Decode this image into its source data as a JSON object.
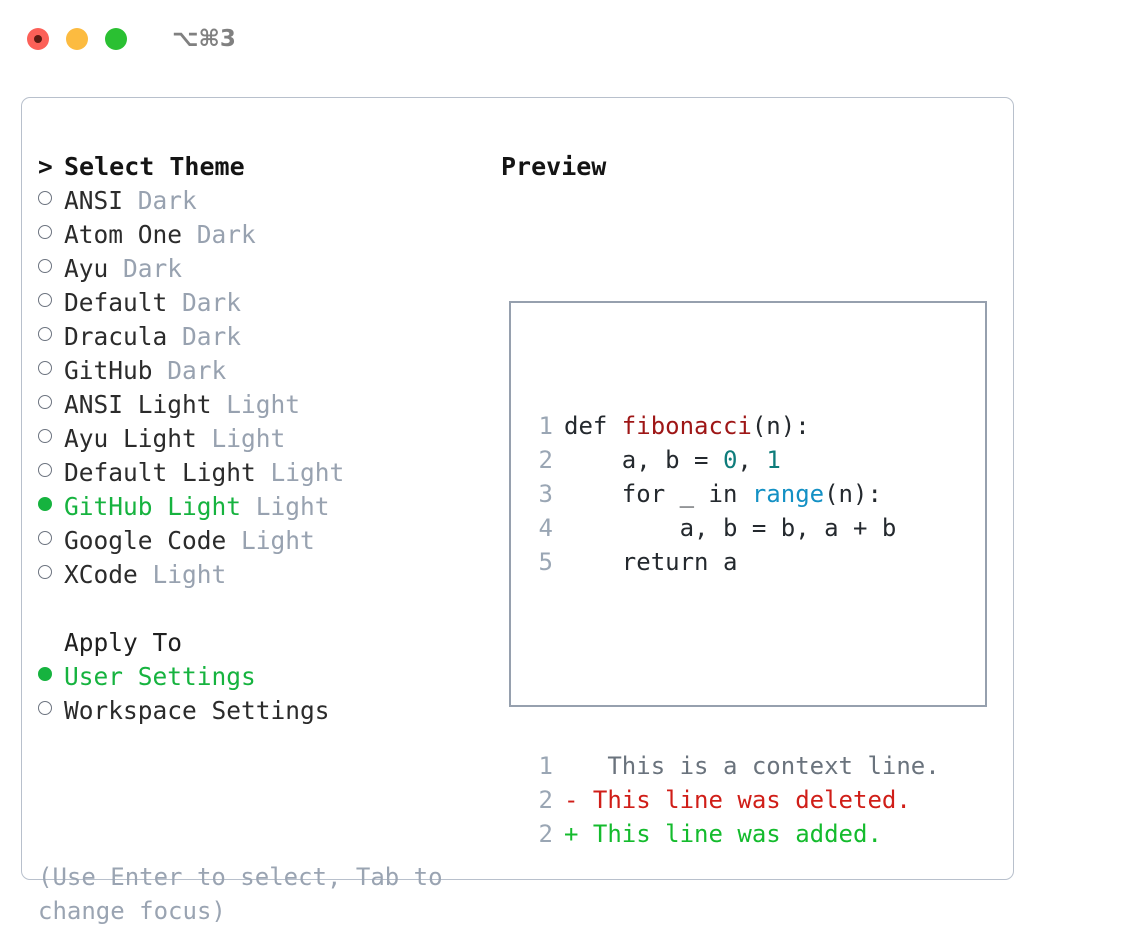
{
  "titlebar": {
    "title": "⌥⌘3",
    "lights": [
      "close-red",
      "minimize-yellow",
      "maximize-green"
    ]
  },
  "theme_selector": {
    "heading_marker": ">",
    "heading": "Select Theme",
    "items": [
      {
        "marker": "hollow",
        "label": "ANSI",
        "tag": "Dark",
        "selected": false
      },
      {
        "marker": "hollow",
        "label": "Atom One",
        "tag": "Dark",
        "selected": false
      },
      {
        "marker": "hollow",
        "label": "Ayu",
        "tag": "Dark",
        "selected": false
      },
      {
        "marker": "hollow",
        "label": "Default",
        "tag": "Dark",
        "selected": false
      },
      {
        "marker": "hollow",
        "label": "Dracula",
        "tag": "Dark",
        "selected": false
      },
      {
        "marker": "hollow",
        "label": "GitHub",
        "tag": "Dark",
        "selected": false
      },
      {
        "marker": "hollow",
        "label": "ANSI Light",
        "tag": "Light",
        "selected": false
      },
      {
        "marker": "hollow",
        "label": "Ayu Light",
        "tag": "Light",
        "selected": false
      },
      {
        "marker": "hollow",
        "label": "Default Light",
        "tag": "Light",
        "selected": false
      },
      {
        "marker": "filled",
        "label": "GitHub Light",
        "tag": "Light",
        "selected": true
      },
      {
        "marker": "hollow",
        "label": "Google Code",
        "tag": "Light",
        "selected": false
      },
      {
        "marker": "hollow",
        "label": "XCode",
        "tag": "Light",
        "selected": false
      }
    ]
  },
  "apply_to": {
    "heading": "Apply To",
    "items": [
      {
        "marker": "filled",
        "label": "User Settings",
        "selected": true
      },
      {
        "marker": "hollow",
        "label": "Workspace Settings",
        "selected": false
      }
    ]
  },
  "hint": "(Use Enter to select, Tab to change focus)",
  "preview": {
    "title": "Preview",
    "code_lines": [
      {
        "num": "1",
        "tokens": [
          {
            "text": "def ",
            "style": "kw"
          },
          {
            "text": "fibonacci",
            "style": "fn"
          },
          {
            "text": "(n):",
            "style": "plain"
          }
        ]
      },
      {
        "num": "2",
        "tokens": [
          {
            "text": "    a, b = ",
            "style": "plain"
          },
          {
            "text": "0",
            "style": "num"
          },
          {
            "text": ", ",
            "style": "plain"
          },
          {
            "text": "1",
            "style": "num"
          }
        ]
      },
      {
        "num": "3",
        "tokens": [
          {
            "text": "    for _ in ",
            "style": "plain"
          },
          {
            "text": "range",
            "style": "builtin"
          },
          {
            "text": "(n):",
            "style": "plain"
          }
        ]
      },
      {
        "num": "4",
        "tokens": [
          {
            "text": "        a, b = b, a + b",
            "style": "plain"
          }
        ]
      },
      {
        "num": "5",
        "tokens": [
          {
            "text": "    return a",
            "style": "plain"
          }
        ]
      }
    ],
    "diff_lines": [
      {
        "num": "1",
        "sign": " ",
        "text": "  This is a context line.",
        "kind": "ctx"
      },
      {
        "num": "2",
        "sign": "-",
        "text": " This line was deleted.",
        "kind": "del"
      },
      {
        "num": "2",
        "sign": "+",
        "text": " This line was added.",
        "kind": "add"
      }
    ]
  },
  "colors": {
    "accent_green": "#16b33f",
    "tag_gray": "#98a2b0",
    "hint_gray": "#9aa4b2",
    "border": "#b8c0cc",
    "preview_border": "#96a0ae",
    "fn_red": "#9e1616",
    "num_teal": "#0e7c7b",
    "builtin_blue": "#1390c4",
    "diff_del": "#d01e18",
    "diff_add": "#14bb2d",
    "diff_ctx": "#6a737d"
  }
}
